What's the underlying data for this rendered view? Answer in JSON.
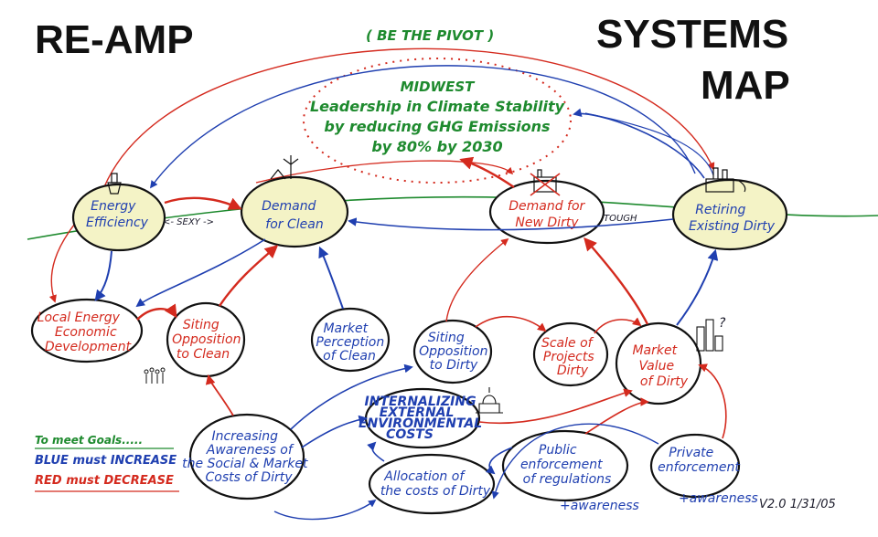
{
  "title_left": "RE-AMP",
  "title_right_line1": "SYSTEMS",
  "title_right_line2": "MAP",
  "pivot_note": "( BE THE PIVOT )",
  "goal": {
    "line1": "MIDWEST",
    "line2": "Leadership in Climate Stability",
    "line3": "by reducing GHG Emissions",
    "line4": "by 80% by 2030"
  },
  "nodes": {
    "energy_efficiency": [
      "Energy",
      "Efficiency"
    ],
    "demand_clean": [
      "Demand",
      "for Clean"
    ],
    "demand_dirty": [
      "Demand for",
      "New Dirty"
    ],
    "retiring_dirty": [
      "Retiring",
      "Existing Dirty"
    ],
    "local_energy": [
      "Local Energy",
      "Economic",
      "Development"
    ],
    "siting_clean": [
      "Siting",
      "Opposition",
      "to Clean"
    ],
    "market_perception": [
      "Market",
      "Perception",
      "of Clean"
    ],
    "siting_dirty": [
      "Siting",
      "Opposition",
      "to Dirty"
    ],
    "scale_projects": [
      "Scale of",
      "Projects",
      "Dirty"
    ],
    "market_value": [
      "Market",
      "Value",
      "of Dirty"
    ],
    "internalizing": [
      "INTERNALIZING",
      "EXTERNAL",
      "ENVIRONMENTAL",
      "COSTS"
    ],
    "awareness": [
      "Increasing",
      "Awareness of",
      "the Social & Market",
      "Costs of Dirty"
    ],
    "allocation": [
      "Allocation of",
      "the costs of Dirty"
    ],
    "public_enforcement": [
      "Public",
      "enforcement",
      "of regulations"
    ],
    "private_enforcement": [
      "Private",
      "enforcement"
    ]
  },
  "edge_labels": {
    "sexy": "<- SEXY ->",
    "tough": "TOUGH",
    "plus_awareness_1": "+awareness",
    "plus_awareness_2": "+awareness",
    "question": "?"
  },
  "legend": {
    "line1": "To meet Goals.....",
    "line2": "BLUE must INCREASE",
    "line3": "RED must DECREASE"
  },
  "version": "V2.0  1/31/05",
  "colors": {
    "blue": "#1f3fb0",
    "red": "#d42a1e",
    "green": "#1e8a2e",
    "black": "#111111",
    "node_glow": "#f4f3c6"
  }
}
